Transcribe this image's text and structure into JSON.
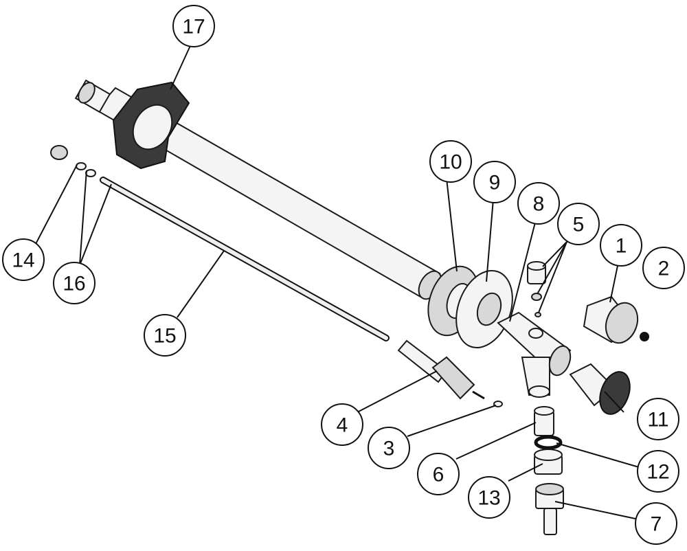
{
  "callouts": [
    {
      "id": "c17",
      "label": "17"
    },
    {
      "id": "c10",
      "label": "10"
    },
    {
      "id": "c9",
      "label": "9"
    },
    {
      "id": "c8",
      "label": "8"
    },
    {
      "id": "c5",
      "label": "5"
    },
    {
      "id": "c1",
      "label": "1"
    },
    {
      "id": "c2",
      "label": "2"
    },
    {
      "id": "c14",
      "label": "14"
    },
    {
      "id": "c16",
      "label": "16"
    },
    {
      "id": "c15",
      "label": "15"
    },
    {
      "id": "c4",
      "label": "4"
    },
    {
      "id": "c3",
      "label": "3"
    },
    {
      "id": "c6",
      "label": "6"
    },
    {
      "id": "c11",
      "label": "11"
    },
    {
      "id": "c12",
      "label": "12"
    },
    {
      "id": "c13",
      "label": "13"
    },
    {
      "id": "c7",
      "label": "7"
    }
  ]
}
